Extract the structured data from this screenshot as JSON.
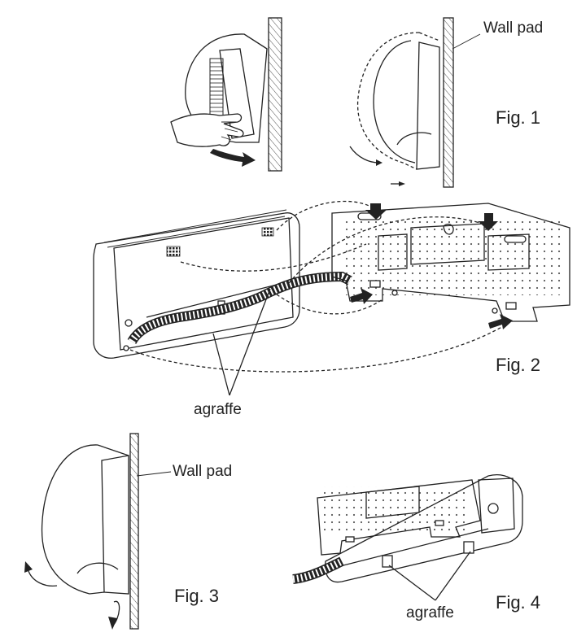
{
  "labels": {
    "fig1": "Fig. 1",
    "fig2": "Fig. 2",
    "fig3": "Fig. 3",
    "fig4": "Fig. 4",
    "wall_pad_fig1": "Wall pad",
    "wall_pad_fig3": "Wall pad",
    "agraffe_fig2": "agraffe",
    "agraffe_fig4": "agraffe"
  },
  "icons": {
    "hand": "hand-icon",
    "push_arrow": "push-arrow-icon",
    "hook_arrow": "hook-arrow-icon",
    "rotate_arrow": "rotate-arrow-icon"
  },
  "colors": {
    "line": "#222222",
    "background": "#ffffff"
  }
}
